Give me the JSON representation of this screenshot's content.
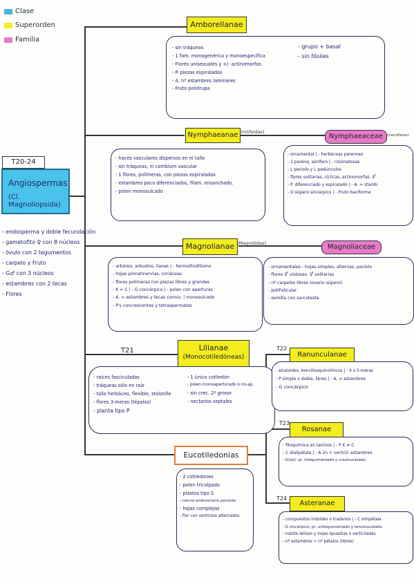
{
  "legend": [
    {
      "label": "Clase",
      "color": "#4fb4de"
    },
    {
      "label": "Superorden",
      "color": "#f3ec1f"
    },
    {
      "label": "Familia",
      "color": "#e77ac9"
    }
  ],
  "header_code": "T20-24",
  "root": {
    "title": "Angiospermas",
    "subtitle": "(Cl. Magnoliopsida)"
  },
  "root_features": [
    "- endosperma y doble fecundación",
    "- gametofito ♀ con 8 núcleos",
    "- óvulo con 2 tegumentos",
    "- carpelo y Fruto",
    "- G♂ con 3 núcleos",
    "- estambres con 2 tecas",
    "- Flores"
  ],
  "amborellanae": {
    "title": "Amborellanae",
    "left": [
      "- sin tráqueas",
      "- 1 fam. monogenérica y monoespecífica",
      "- Flores unisexuales y +/- actinomorfas",
      "- P. piezas espiraladas",
      "- A. nº estambres laminares",
      "- Fruto polidrupa"
    ],
    "right": [
      "- grupo + basal",
      "- sin fósiles"
    ]
  },
  "nymphaeanae": {
    "title": "Nymphaeanae",
    "tag": "(ninfeidas)",
    "items": [
      "- haces vasculares dispersos en el tallo",
      "- sin tráqueas, ni cambium vascular",
      "- 1 flores, polímeras, con piezas espiraladas",
      "- estambres poco diferenciados, filam. ensanchado.",
      "- polen monosulcado"
    ]
  },
  "nymphaeaceae": {
    "title": "Nymphaeaceae",
    "tag": "(nenúfares)",
    "items": [
      "- ornamental | - herbáceas perennes",
      "- 1 parénq. aerífero | - rizomatosas",
      "- L peciolo y L pedúnculos",
      "- flores solitarias, cíclicas, actinomorfas, ⚥",
      "- P. diferenciado y espiralado | - A. ∞ stamb.",
      "- G súpero sincárpico | - Fruto baciforme"
    ]
  },
  "magnolianae": {
    "title": "Magnolianae",
    "tag": "(Magnólidas)",
    "items": [
      "- arbóreo, arbustos, lianas | - hermafroditismo",
      "- hojas pinnatinervias, coriáceas",
      "- flores polímeras con piezas libres y grandes",
      "- K = C | - G concárpico | - polen con aperturas",
      "- A. ∞ estambres y tecas conniv. | monosulcado",
      "- P's concrescentes y tetraspermatos"
    ]
  },
  "magnoliaceae": {
    "title": "Magnoliaceae",
    "items": [
      "- ornamentales - hojas simples, alternas, pecíolo",
      "- flores ⚥ vistosas, ⚥ solitarias",
      "- nº carpelos libres (ovario súpero)",
      "- poliFolicular",
      "- semilla con sarcotesta"
    ]
  },
  "lilianae": {
    "code": "T21",
    "title": "Lilianae",
    "subtitle": "(Monocotiledóneas)",
    "left": [
      "- raíces fasciculadas",
      "- tráqueas sólo en raíz",
      "- tallo herbáceo, flexible, stolonífe",
      "- flores 3-meras (tépalos)",
      "- planta tipo P"
    ],
    "right": [
      "- 1 único cotiledón",
      "- polen monoaperturado o no-ap.",
      "- sin crec. 2º grosor",
      "- nectarios septales"
    ]
  },
  "eucotiledonias": {
    "title": "Eucotiledonias",
    "items": [
      "- 2 cotiledones",
      "- polen tricolpado",
      "- plastos tipo S",
      "- nervio embrionario persiste",
      "- hojas complejas",
      "- flor con verticilos alternados"
    ]
  },
  "ranunculanae": {
    "code": "T22",
    "title": "Ranunculanae",
    "items": [
      "- alcaloides, bencilisoquinolínicos | - 4 o 5-meras",
      "- P simple o doble, libres | - A. ∞ estambres",
      "- G concárpico"
    ]
  },
  "rosanae": {
    "code": "T23",
    "title": "Rosanae",
    "items": [
      "- fitoquímica en taninos | - P K ≠ C",
      "- C dialipétala | - A 2n + verticil. estambres",
      "- G(sb): pl. integumentado y crasinucelado"
    ]
  },
  "asteranae": {
    "code": "T24",
    "title": "Asteranae",
    "items": [
      "- compuestos iridoides o tradanos | - C simpétala",
      "- G sincárpico; pl. unitegumentado y tenuinucelado",
      "- habito leñoso y hojas opuestas o verticiladas",
      "- nº estambres = nº pétalos (libres)"
    ]
  }
}
